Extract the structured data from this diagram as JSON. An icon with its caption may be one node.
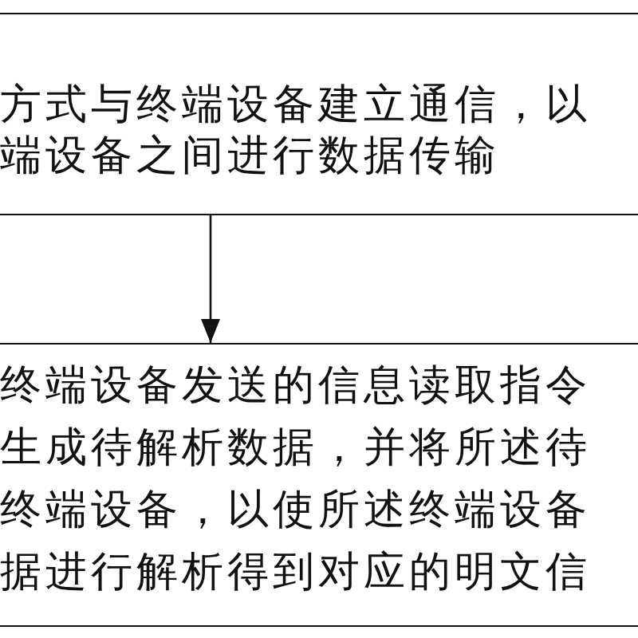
{
  "diagram": {
    "nodes": [
      {
        "text": [
          "方式与终端设备建立通信，以端设备之间进行数据传输"
        ]
      },
      {
        "text": [
          "终端设备发送的信息读取指令生成待解析数据，并将所述待终端设备，以使所述终端设备据进行解析得到对应的明文信"
        ]
      }
    ],
    "edges": [
      {
        "from": 0,
        "to": 1,
        "arrow": "to"
      }
    ]
  }
}
